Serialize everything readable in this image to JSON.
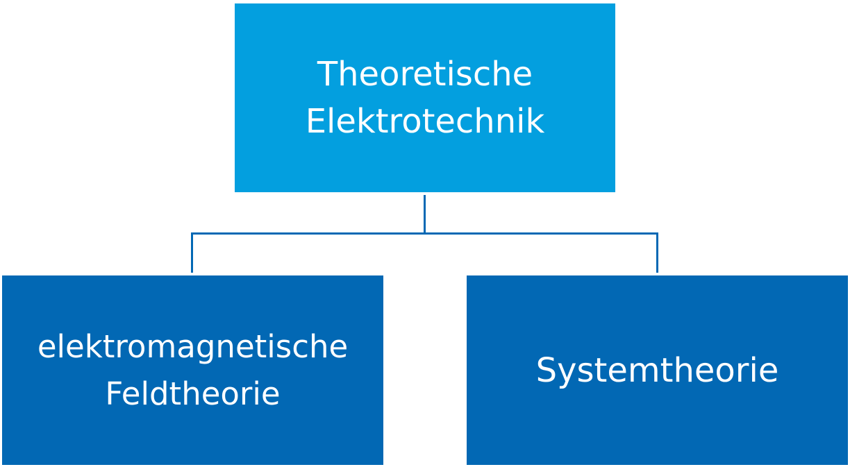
{
  "diagram": {
    "root": {
      "line1": "Theoretische",
      "line2": "Elektrotechnik"
    },
    "children": [
      {
        "line1": "elektromagnetische",
        "line2": "Feldtheorie"
      },
      {
        "line1": "Systemtheorie"
      }
    ]
  },
  "colors": {
    "root_fill": "#039fdf",
    "child_fill": "#0268b4",
    "connector": "#0268b4",
    "text": "#ffffff"
  }
}
